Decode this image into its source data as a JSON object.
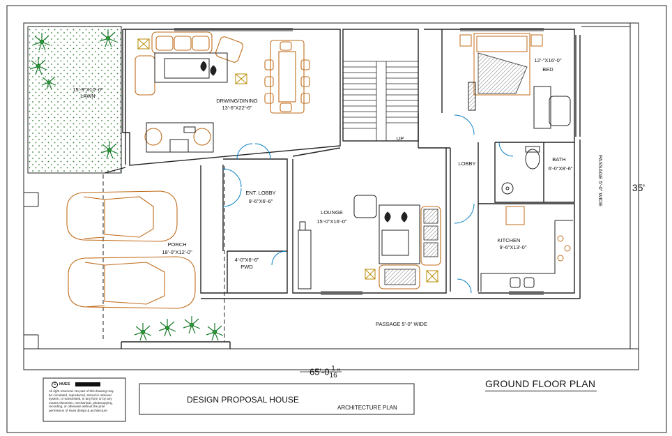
{
  "sheet": {
    "title": "GROUND FLOOR PLAN",
    "project": "DESIGN PROPOSAL HOUSE",
    "subtitle": "ARCHITECTURE PLAN",
    "width_dim": "65'-0",
    "width_frac_num": "1",
    "width_frac_den": "16",
    "width_inch": "\"",
    "depth_dim": "35'"
  },
  "copyright": {
    "brand": "HUES",
    "text": "All right reserved. No part of this drawing may be circulated, reproduced, stored in retrieval system, or transmitted, in any form or by any means electronic, mechanical, photocopying, recording, or otherwise without the prior permission of Hues design & architecture"
  },
  "rooms": {
    "lawn": "15'-9\"X10'-0\" LAWN",
    "drawing_title": "DRWING/DINING",
    "drawing_dim": "13'-6\"X22'-6\"",
    "bed_dim": "12'-\"X16'-0\"",
    "bed_title": "BED",
    "up": "UP",
    "lobby": "LOBBY",
    "bath_title": "BATH",
    "bath_dim": "6'-0\"X8'-6\"",
    "passage_right": "PASSAGE 5'-0\" WIDE",
    "ent_lobby_title": "ENT. LOBBY",
    "ent_lobby_dim": "9'-6\"X6'-6\"",
    "lounge_title": "LOUNGE",
    "lounge_dim": "15'-0\"X16'-0\"",
    "kitchen_title": "KITCHEN",
    "kitchen_dim": "9'-6\"X13'-0\"",
    "porch_title": "PORCH",
    "porch_dim": "18'-0\"X12'-0\"",
    "pwd_dim": "4'-0\"X6'-6\"",
    "pwd_title": "PWD",
    "passage_bottom": "PASSAGE 5'-0\" WIDE"
  }
}
